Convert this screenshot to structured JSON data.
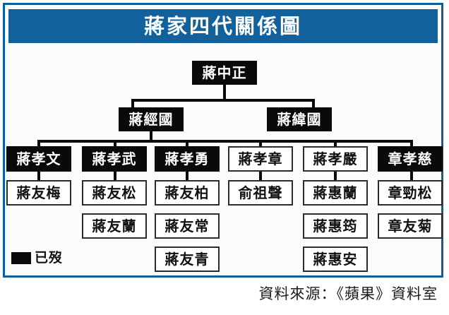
{
  "header": {
    "title": "蔣家四代關係圖",
    "banner_color": "#10619c"
  },
  "legend": {
    "label": "已歿",
    "swatch_color": "#0a0a0a"
  },
  "source": {
    "text": "資料來源：《蘋果》資料室"
  },
  "colors": {
    "frame": "#0d5f9c",
    "deceased_fill": "#0a0a0a",
    "living_fill": "#ffffff",
    "line": "#0a0a0a",
    "page_background": "#fcfdfb"
  },
  "chart_data": {
    "type": "diagram",
    "title": "蔣家四代關係圖",
    "notes": "四代家族關係樹狀圖；黑底方塊表示已歿",
    "generations": [
      {
        "level": 1,
        "nodes": [
          {
            "name": "蔣中正",
            "deceased": true,
            "parent": null
          }
        ]
      },
      {
        "level": 2,
        "nodes": [
          {
            "name": "蔣經國",
            "deceased": true,
            "parent": "蔣中正"
          },
          {
            "name": "蔣緯國",
            "deceased": true,
            "parent": "蔣中正"
          }
        ]
      },
      {
        "level": 3,
        "nodes": [
          {
            "name": "蔣孝文",
            "deceased": true,
            "parent": "蔣經國"
          },
          {
            "name": "蔣孝武",
            "deceased": true,
            "parent": "蔣經國"
          },
          {
            "name": "蔣孝勇",
            "deceased": true,
            "parent": "蔣經國"
          },
          {
            "name": "蔣孝章",
            "deceased": false,
            "parent": "蔣經國"
          },
          {
            "name": "蔣孝嚴",
            "deceased": false,
            "parent": "蔣經國"
          },
          {
            "name": "章孝慈",
            "deceased": true,
            "parent": "蔣經國"
          }
        ]
      },
      {
        "level": 4,
        "columns": [
          {
            "parent": "蔣孝文",
            "children": [
              "蔣友梅"
            ]
          },
          {
            "parent": "蔣孝武",
            "children": [
              "蔣友松",
              "蔣友蘭"
            ]
          },
          {
            "parent": "蔣孝勇",
            "children": [
              "蔣友柏",
              "蔣友常",
              "蔣友青"
            ]
          },
          {
            "parent": "蔣孝章",
            "children": [
              "俞祖聲"
            ]
          },
          {
            "parent": "蔣孝嚴",
            "children": [
              "蔣惠蘭",
              "蔣惠筠",
              "蔣惠安"
            ]
          },
          {
            "parent": "章孝慈",
            "children": [
              "章勁松",
              "章友菊"
            ]
          }
        ]
      }
    ]
  }
}
